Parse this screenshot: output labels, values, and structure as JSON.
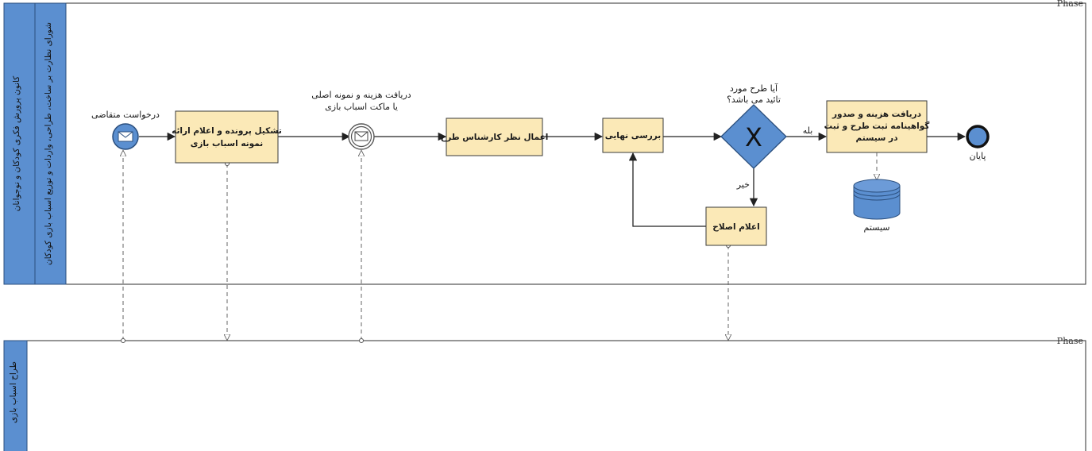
{
  "pools": {
    "top": {
      "pool_label": "کانون پرورش فکری کودکان و نوجوانان",
      "lane_label": "شورای نظارت بر ساخت، طراحی، واردات و توزیع اسباب بازی کودکان",
      "phase_label": "Phase"
    },
    "bottom": {
      "pool_label": "طراح اسباب بازی",
      "phase_label": "Phase"
    }
  },
  "events": {
    "start_label": "درخواست متقاضی",
    "intermediate_label_line1": "دریافت هزینه و نمونه اصلی",
    "intermediate_label_line2": "یا ماکت اسباب بازی",
    "end_label": "پایان"
  },
  "tasks": {
    "t1_line1": "تشکیل پرونده و اعلام ارائه",
    "t1_line2": "نمونه اسباب بازی",
    "t2": "اعمال نظر کارشناس طرح",
    "t3": "بررسی نهایی",
    "t4": "اعلام اصلاح",
    "t5_line1": "دریافت هزینه و صدور",
    "t5_line2": "گواهینامه ثبت طرح و ثبت",
    "t5_line3": "در سیستم"
  },
  "gateway": {
    "question_line1": "آیا طرح مورد",
    "question_line2": "تائید می باشد؟",
    "symbol": "X",
    "yes_label": "بله",
    "no_label": "خیر"
  },
  "datastore": {
    "label": "سیستم"
  },
  "colors": {
    "pool_band": "#5b8fd0",
    "task_fill": "#fbe9b7",
    "gateway_fill": "#5b8fd0",
    "event_fill": "#5b8fd0"
  }
}
